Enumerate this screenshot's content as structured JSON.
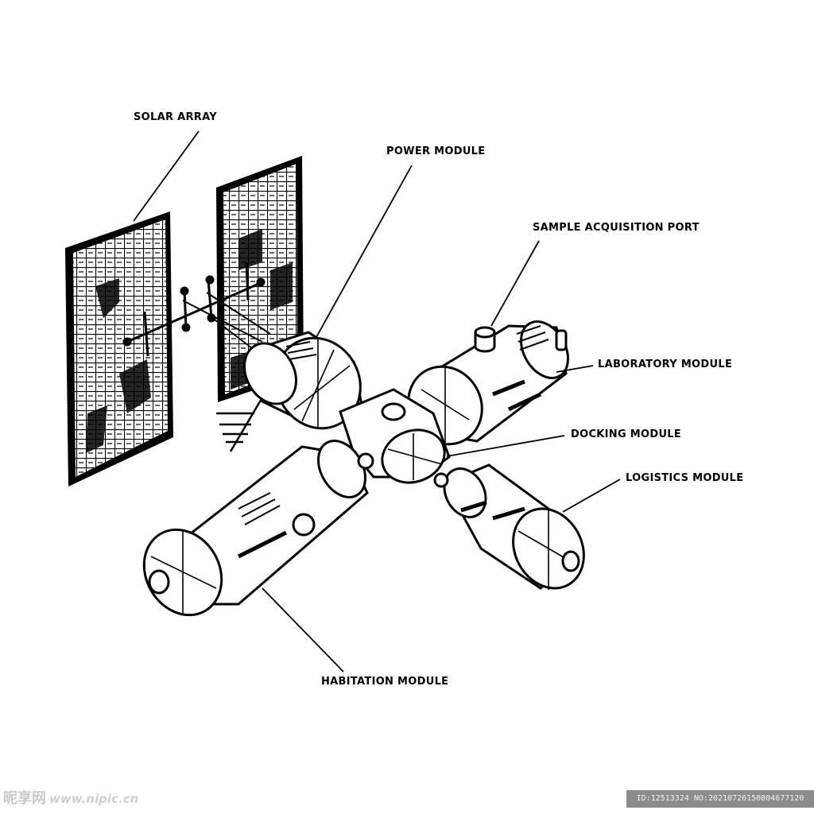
{
  "labels": {
    "solar_array": "SOLAR ARRAY",
    "power_module": "POWER MODULE",
    "sample_acquisition_port": "SAMPLE ACQUISITION PORT",
    "laboratory_module": "LABORATORY MODULE",
    "docking_module": "DOCKING MODULE",
    "logistics_module": "LOGISTICS MODULE",
    "habitation_module": "HABITATION MODULE"
  },
  "watermark": {
    "left_cn": "昵享网",
    "left_url": "www.nipic.cn",
    "right": "ID:12513324 NO:20210726150804677120"
  }
}
